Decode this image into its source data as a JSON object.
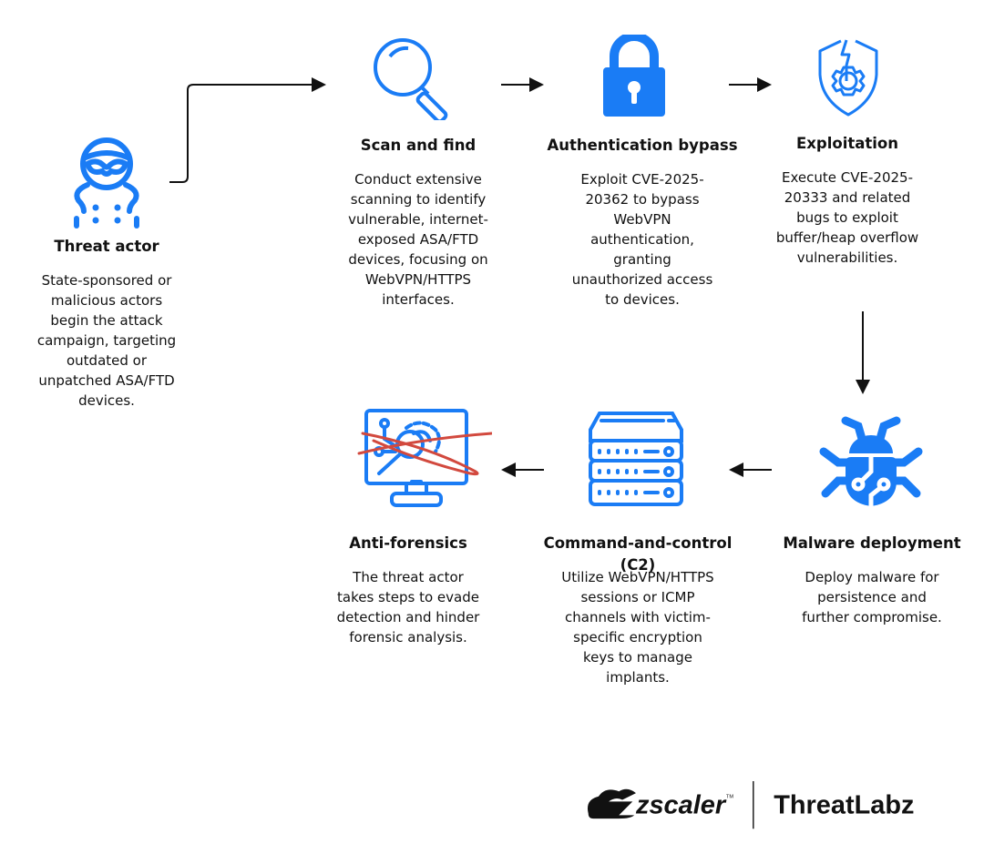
{
  "accent_color": "#1a7cf5",
  "cross_color": "#d2493e",
  "steps": [
    {
      "id": "threat-actor",
      "icon": "hooded-hacker-icon",
      "title": "Threat actor",
      "lines": [
        "State-sponsored or",
        "malicious actors",
        "begin the attack",
        "campaign, targeting",
        "outdated or",
        "unpatched ASA/FTD",
        "devices."
      ]
    },
    {
      "id": "scan-and-find",
      "icon": "magnifying-glass-icon",
      "title": "Scan and find",
      "lines": [
        "Conduct extensive",
        "scanning to identify",
        "vulnerable, internet-",
        "exposed ASA/FTD",
        "devices, focusing on",
        "WebVPN/HTTPS",
        "interfaces."
      ]
    },
    {
      "id": "authentication-bypass",
      "icon": "padlock-icon",
      "title": "Authentication bypass",
      "lines": [
        "Exploit CVE-2025-",
        "20362 to bypass",
        "WebVPN",
        "authentication,",
        "granting",
        "unauthorized access",
        "to devices."
      ]
    },
    {
      "id": "exploitation",
      "icon": "shield-gear-lightning-icon",
      "title": "Exploitation",
      "lines": [
        "Execute CVE-2025-",
        "20333 and related",
        "bugs to exploit",
        "buffer/heap overflow",
        "vulnerabilities."
      ]
    },
    {
      "id": "malware-deployment",
      "icon": "bug-icon",
      "title": "Malware deployment",
      "lines": [
        "Deploy malware for",
        "persistence and",
        "further compromise."
      ]
    },
    {
      "id": "command-and-control",
      "icon": "server-rack-icon",
      "title": "Command-and-control (C2)",
      "lines": [
        "Utilize WebVPN/HTTPS",
        "sessions or ICMP",
        "channels with victim-",
        "specific encryption",
        "keys to manage",
        "implants."
      ]
    },
    {
      "id": "anti-forensics",
      "icon": "crossed-out-forensics-monitor-icon",
      "title": "Anti-forensics",
      "lines": [
        "The threat actor",
        "takes steps to evade",
        "detection and hinder",
        "forensic analysis."
      ]
    }
  ],
  "logos": {
    "zscaler": "zscaler",
    "threatlabz": "ThreatLabz"
  }
}
